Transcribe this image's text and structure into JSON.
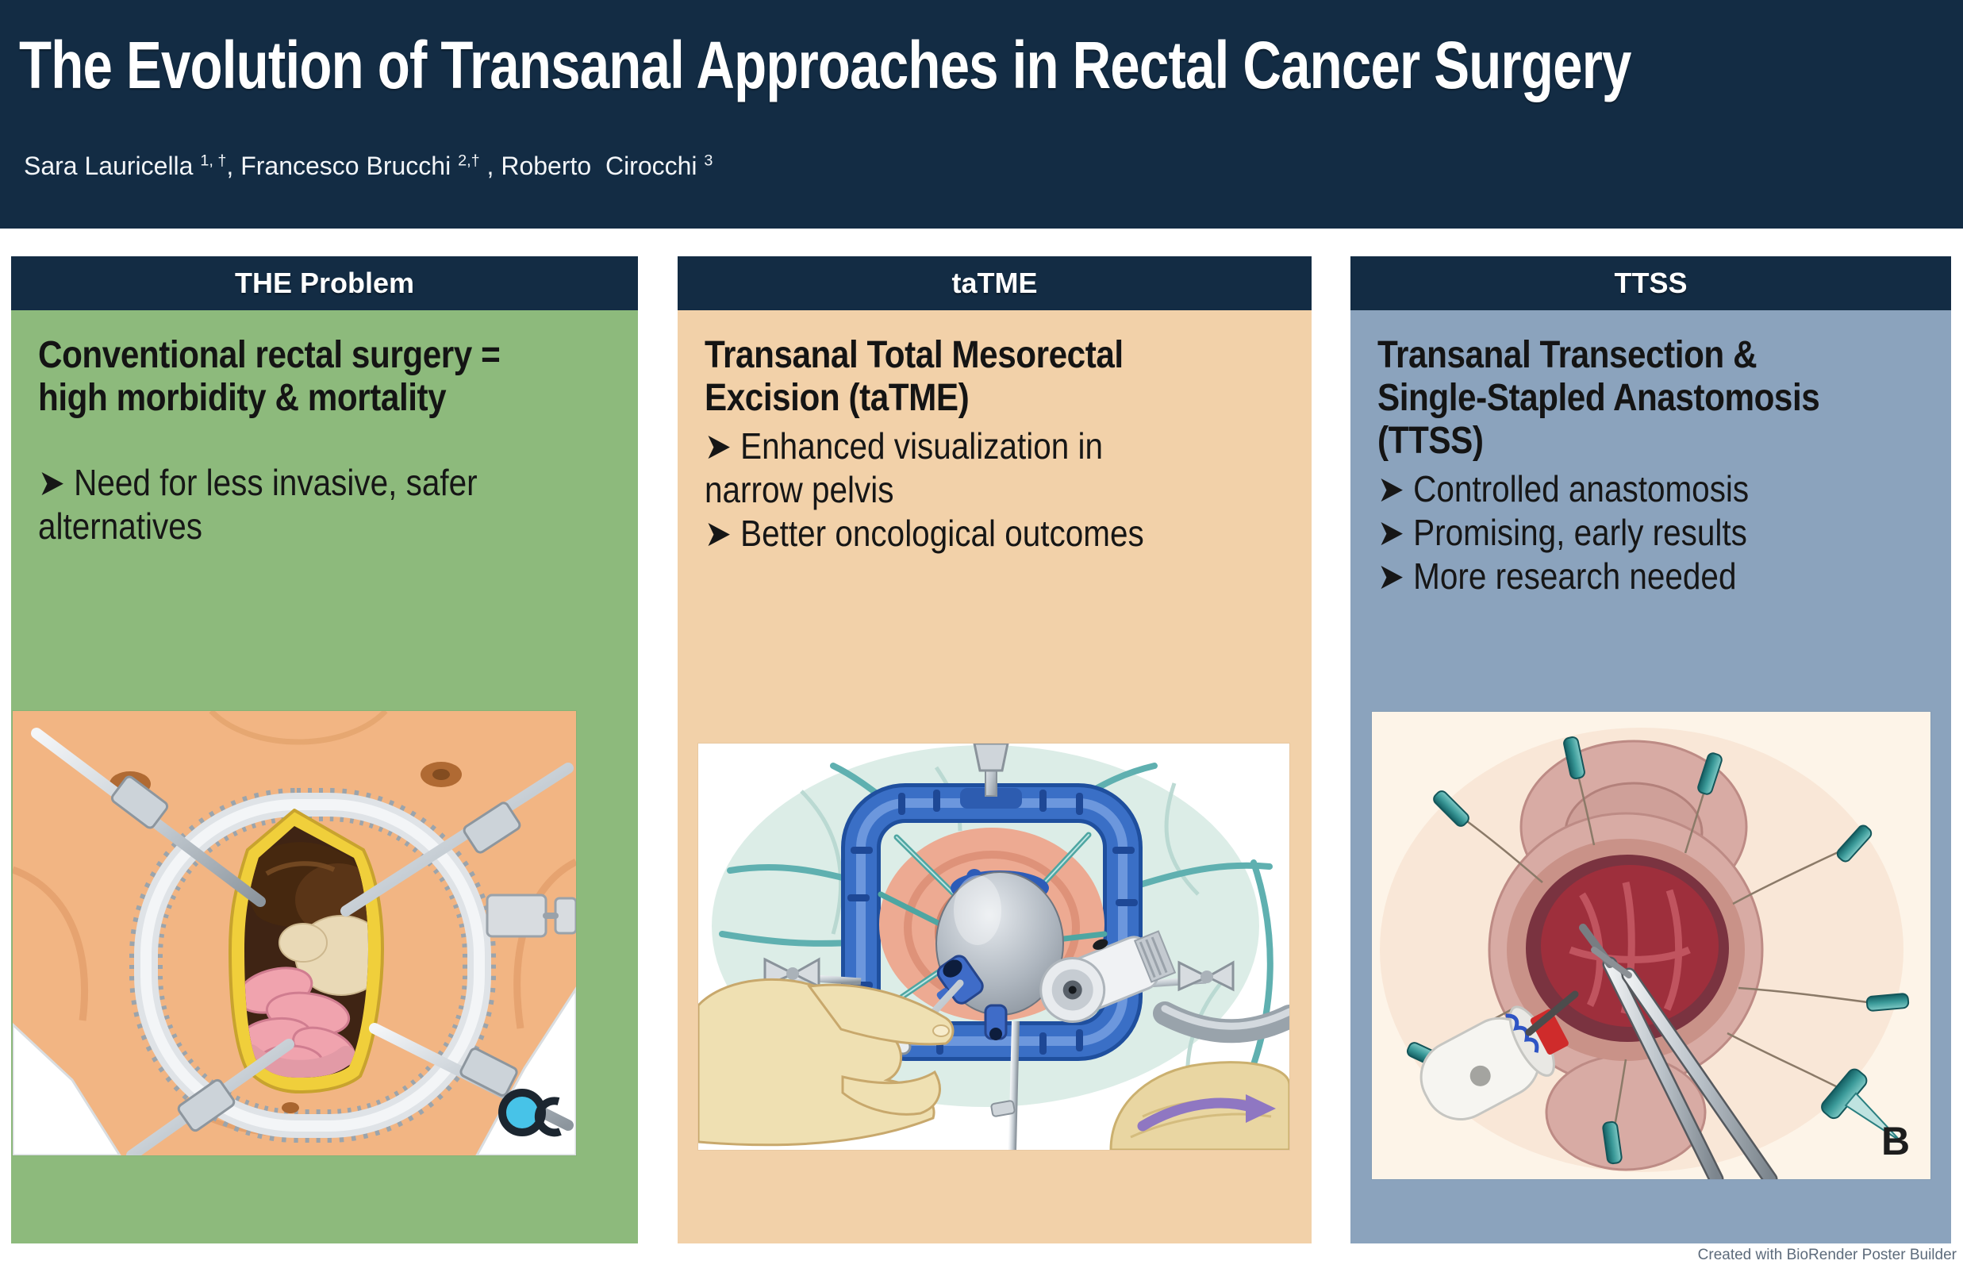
{
  "masthead": {
    "title": "The Evolution of Transanal Approaches in Rectal Cancer Surgery",
    "authors": [
      {
        "name": "Sara Lauricella ",
        "sup": "1, †",
        "sep": ", "
      },
      {
        "name": "Francesco Brucchi ",
        "sup": "2,†",
        "sep": " , "
      },
      {
        "name": "Roberto  Cirocchi ",
        "sup": "3",
        "sep": ""
      }
    ]
  },
  "panels": [
    {
      "header": "THE Problem",
      "title_lines": [
        "Conventional rectal surgery =",
        "high morbidity & mortality"
      ],
      "bullets": [
        {
          "lines": [
            "➤ Need for less invasive, safer",
            "alternatives"
          ]
        }
      ],
      "figure": "open-conventional-abdominal-surgery-illustration"
    },
    {
      "header": "taTME",
      "title_lines": [
        "Transanal Total Mesorectal",
        "Excision (taTME)"
      ],
      "bullets": [
        {
          "lines": [
            "➤ Enhanced visualization in",
            "narrow pelvis"
          ]
        },
        {
          "lines": [
            "➤ Better oncological outcomes"
          ]
        }
      ],
      "figure": "tatme-transanal-port-illustration"
    },
    {
      "header": "TTSS",
      "title_lines": [
        "Transanal Transection &",
        "Single-Stapled Anastomosis",
        "(TTSS)"
      ],
      "bullets": [
        {
          "lines": [
            "➤ Controlled anastomosis"
          ]
        },
        {
          "lines": [
            "➤ Promising, early results"
          ]
        },
        {
          "lines": [
            "➤ More research needed"
          ]
        }
      ],
      "figure": "ttss-anastomosis-illustration",
      "figure_label": "B"
    }
  ],
  "footer": {
    "credit": "Created with BioRender Poster Builder"
  },
  "colors": {
    "navy": "#132c44",
    "green": "#8dba7c",
    "peach": "#f2d1a9",
    "slate": "#8ba3bd",
    "credit": "#5d6b7b"
  }
}
